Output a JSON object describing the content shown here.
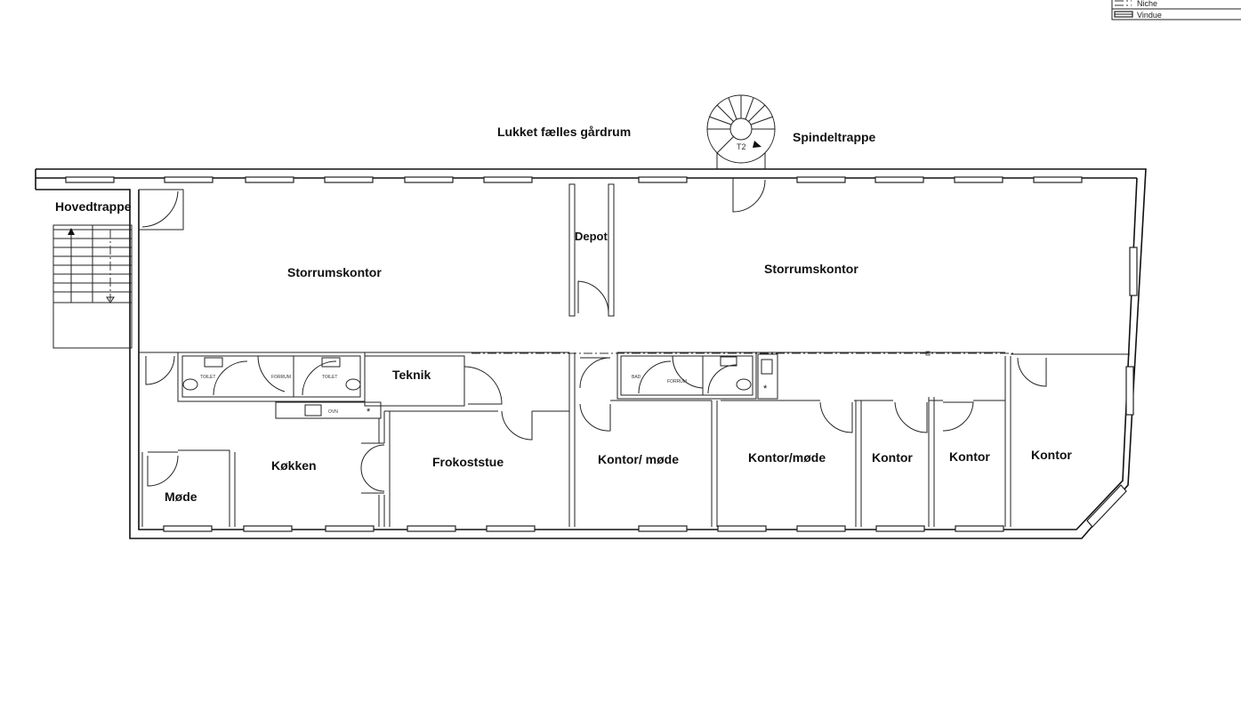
{
  "legend": {
    "items": [
      {
        "label": "Niche"
      },
      {
        "label": "Vindue"
      }
    ]
  },
  "labels": {
    "courtyard": "Lukket fælles gårdrum",
    "spiral_stair": "Spindeltrappe",
    "spiral_tag": "T2",
    "main_stair": "Hovedtrappe",
    "open_office_left": "Storrumskontor",
    "open_office_right": "Storrumskontor",
    "depot": "Depot",
    "technical": "Teknik",
    "kitchen": "Køkken",
    "meeting": "Møde",
    "lunch_room": "Frokoststue",
    "office_meeting_1": "Kontor/ møde",
    "office_meeting_2": "Kontor/møde",
    "office_1": "Kontor",
    "office_2": "Kontor",
    "office_3": "Kontor"
  },
  "fixtures": {
    "toilet_1": "TOILET",
    "corridor_1": "FORRUM",
    "toilet_2": "TOILET",
    "bath": "BAD",
    "corridor_2": "FORRUM",
    "oven": "OVN"
  }
}
